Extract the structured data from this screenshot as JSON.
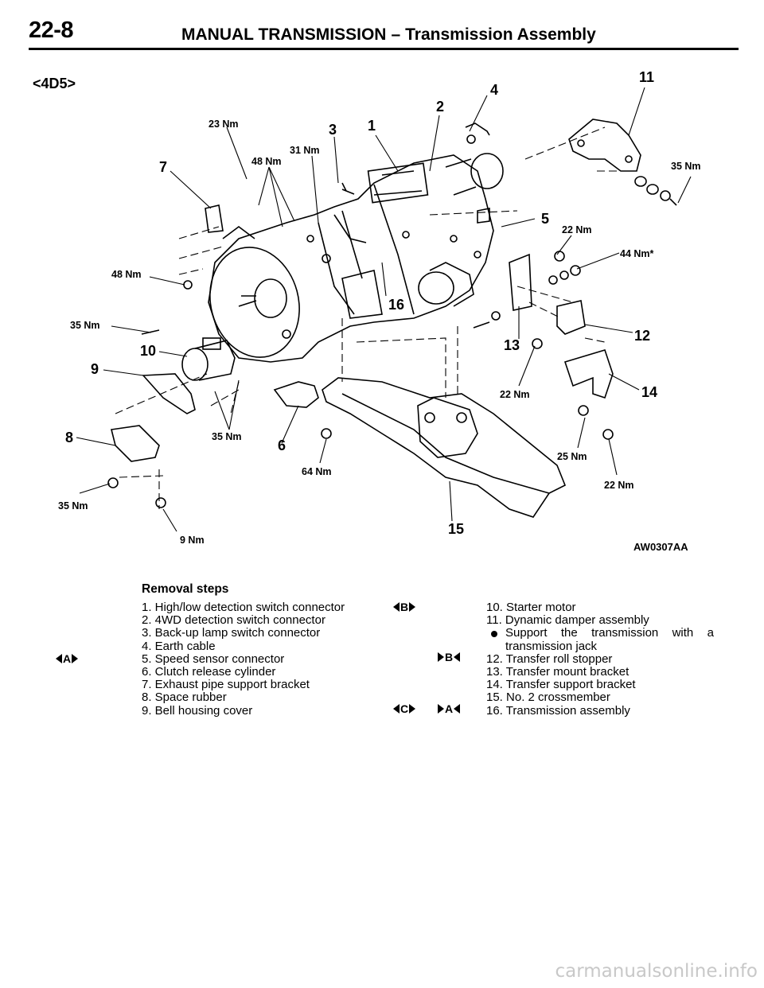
{
  "header": {
    "page_number": "22-8",
    "section": "MANUAL TRANSMISSION",
    "dash": "–",
    "subsection": "Transmission Assembly"
  },
  "figure": {
    "variant": "<4D5>",
    "code": "AW0307AA",
    "callouts": [
      "1",
      "2",
      "3",
      "4",
      "5",
      "6",
      "7",
      "8",
      "9",
      "10",
      "11",
      "12",
      "13",
      "14",
      "15",
      "16"
    ],
    "torques": {
      "t23": "23 Nm",
      "t48a": "48 Nm",
      "t31": "31 Nm",
      "t35a": "35 Nm",
      "t22a": "22 Nm",
      "t44": "44 Nm*",
      "t48b": "48 Nm",
      "t35b": "35 Nm",
      "t22b": "22 Nm",
      "t35c": "35 Nm",
      "t64": "64 Nm",
      "t25": "25 Nm",
      "t22c": "22 Nm",
      "t35d": "35 Nm",
      "t9": "9 Nm"
    }
  },
  "removal": {
    "heading": "Removal steps",
    "left_steps": [
      "1. High/low detection switch connector",
      "2. 4WD detection switch connector",
      "3. Back-up lamp switch connector",
      "4. Earth cable",
      "5. Speed sensor connector",
      "6. Clutch release cylinder",
      "7. Exhaust pipe support bracket",
      "8. Space rubber",
      "9. Bell housing cover"
    ],
    "right_steps": [
      "10. Starter motor",
      "11. Dynamic damper assembly",
      "12. Transfer roll stopper",
      "13. Transfer mount bracket",
      "14. Transfer support bracket",
      "15. No. 2 crossmember",
      "16. Transmission assembly"
    ],
    "note_line1_words": [
      "Support",
      "the",
      "transmission",
      "with",
      "a"
    ],
    "note_line2": "transmission jack",
    "marks": {
      "a": "A",
      "b": "B",
      "c": "C"
    }
  },
  "watermark": "carmanualsonline.info"
}
